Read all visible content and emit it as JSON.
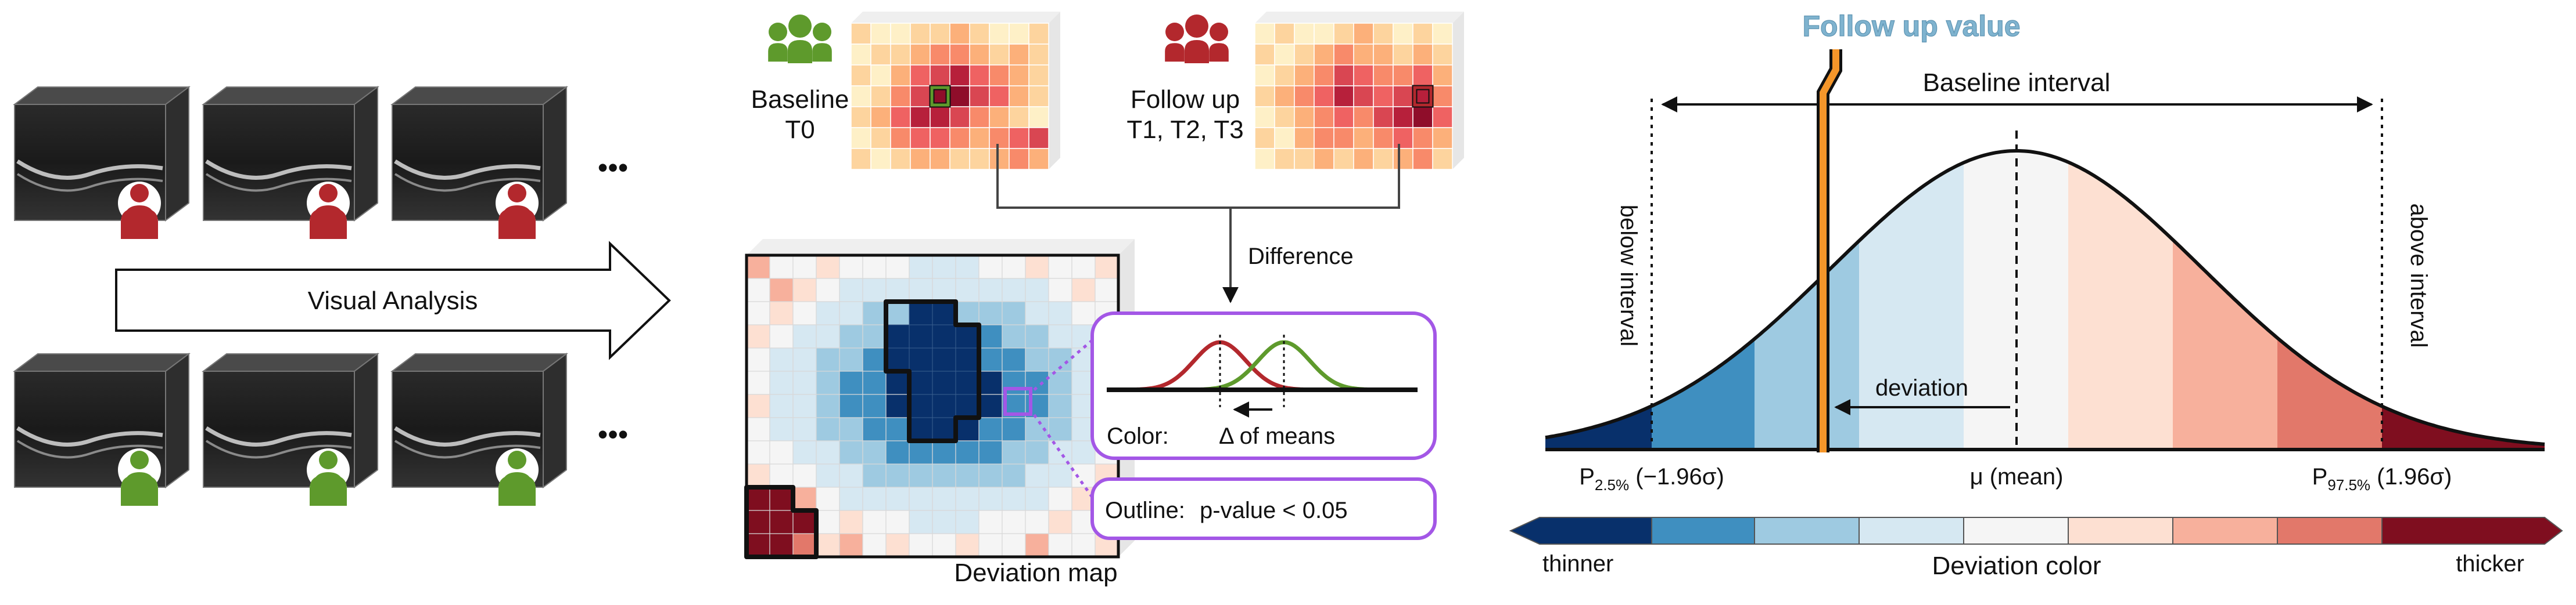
{
  "left_panel": {
    "visual_analysis": "Visual Analysis",
    "ellipsis_top": "•••",
    "ellipsis_bottom": "•••",
    "group_colors": {
      "baseline": "#5e9a2c",
      "followup": "#b3282d"
    }
  },
  "middle_panel": {
    "baseline_line1": "Baseline",
    "baseline_line2": "T0",
    "followup_line1": "Follow up",
    "followup_line2": "T1, T2, T3",
    "difference": "Difference",
    "color_label": "Color:",
    "color_value": "Δ of means",
    "outline_label": "Outline:",
    "outline_value": "p-value < 0.05",
    "deviation_map": "Deviation map",
    "highlight_color": "#a357e6"
  },
  "right_panel": {
    "follow_up_value": "Follow up value",
    "baseline_interval": "Baseline interval",
    "below_interval": "below interval",
    "above_interval": "above interval",
    "deviation": "deviation",
    "p_low_main": "P",
    "p_low_sub": "2.5%",
    "p_low_rest": " (−1.96σ)",
    "mu": "μ (mean)",
    "p_high_main": "P",
    "p_high_sub": "97.5%",
    "p_high_rest": " (1.96σ)",
    "thinner": "thinner",
    "deviation_color": "Deviation color",
    "thicker": "thicker",
    "marker_color": "#f5962a",
    "follow_up_color": "#7fb3cf"
  },
  "deviation_palette": [
    "#08306b",
    "#3f8fc0",
    "#9ecae1",
    "#d6e8f2",
    "#f5f5f5",
    "#fde0d2",
    "#f7b09c",
    "#e2786a",
    "#7f0e1f"
  ]
}
